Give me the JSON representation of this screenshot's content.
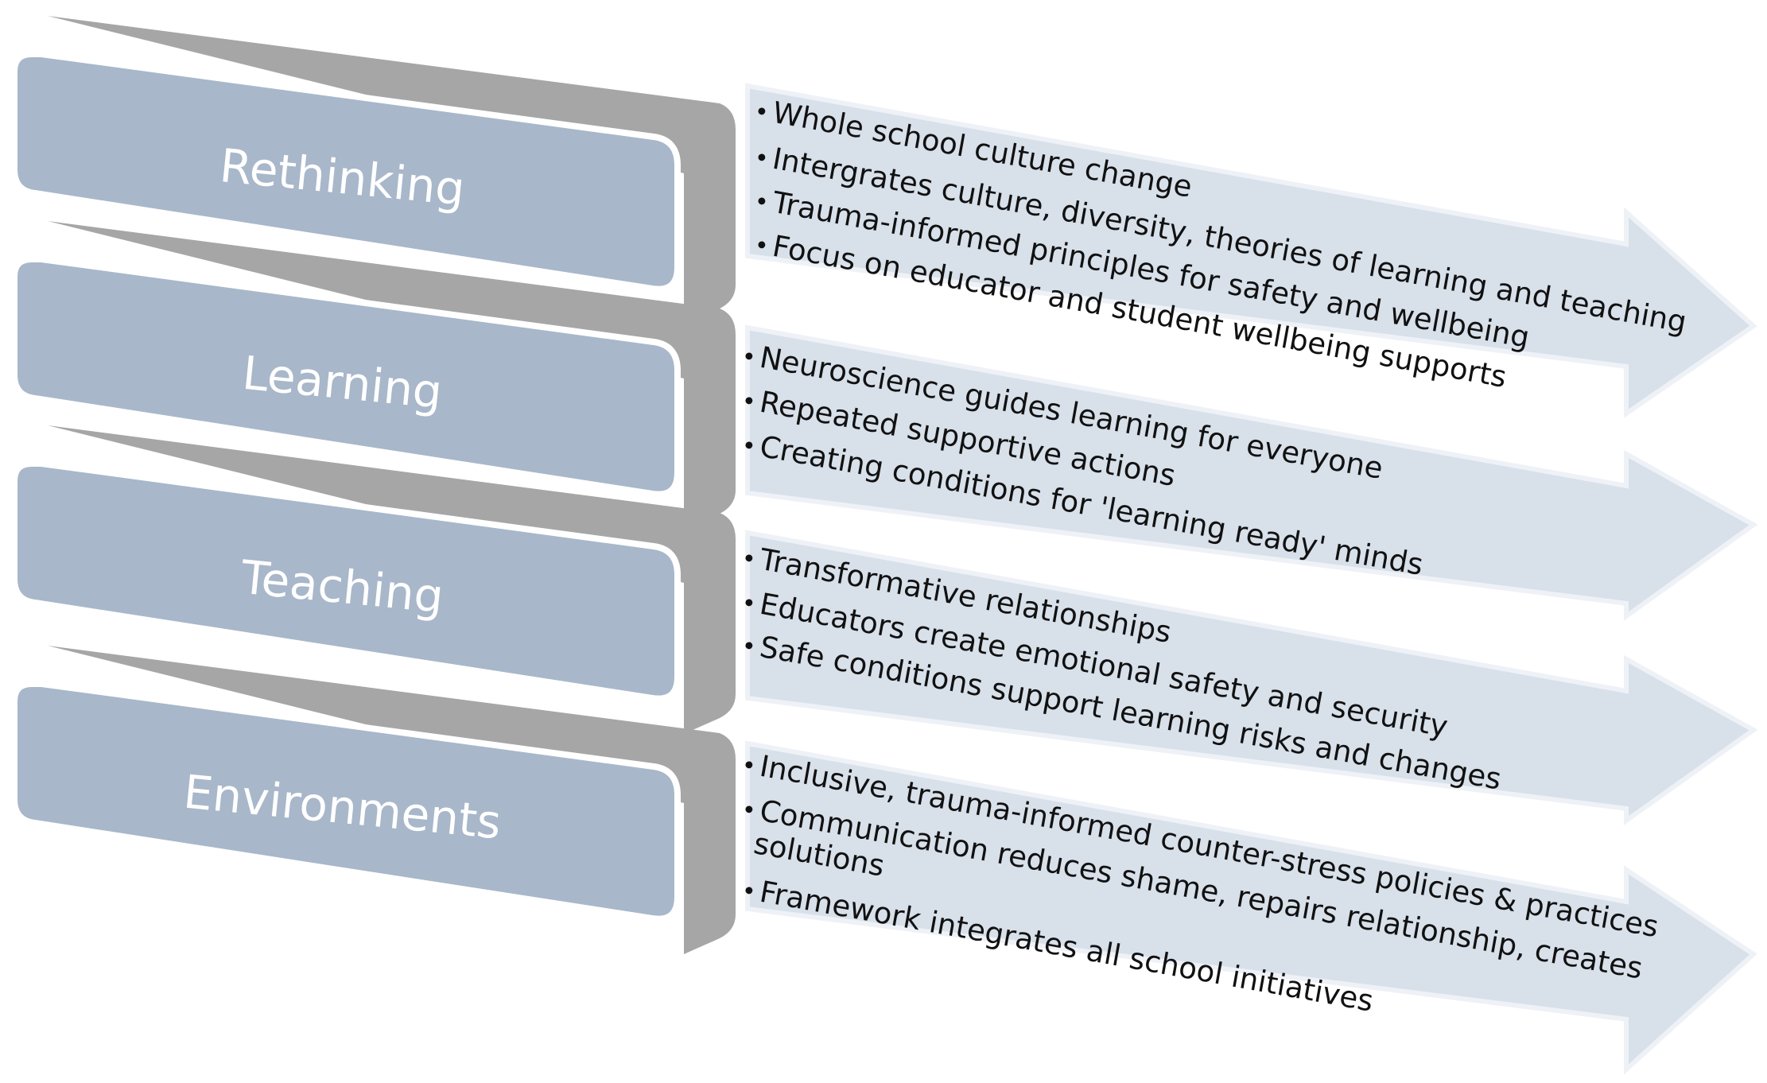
{
  "colors": {
    "block_face": "#a8b7ca",
    "block_side": "#a6a6a6",
    "block_top": "#9c9c9c",
    "arrow_fill": "#d8e0ea",
    "text_dark": "#111111",
    "label_text": "#ffffff"
  },
  "stages": [
    {
      "label": "Rethinking",
      "bullets": [
        "Whole school culture change",
        "Intergrates culture, diversity, theories of learning and teaching",
        "Trauma-informed principles for safety and wellbeing",
        "Focus on educator and student wellbeing supports"
      ]
    },
    {
      "label": "Learning",
      "bullets": [
        "Neuroscience guides learning for everyone",
        "Repeated supportive actions",
        "Creating conditions for 'learning ready' minds"
      ]
    },
    {
      "label": "Teaching",
      "bullets": [
        "Transformative relationships",
        "Educators create emotional safety and security",
        "Safe conditions support learning risks and changes"
      ]
    },
    {
      "label": "Environments",
      "bullets": [
        "Inclusive, trauma-informed counter-stress policies & practices",
        "Communication reduces shame, repairs relationship, creates solutions",
        "Framework integrates all school initiatives"
      ]
    }
  ]
}
